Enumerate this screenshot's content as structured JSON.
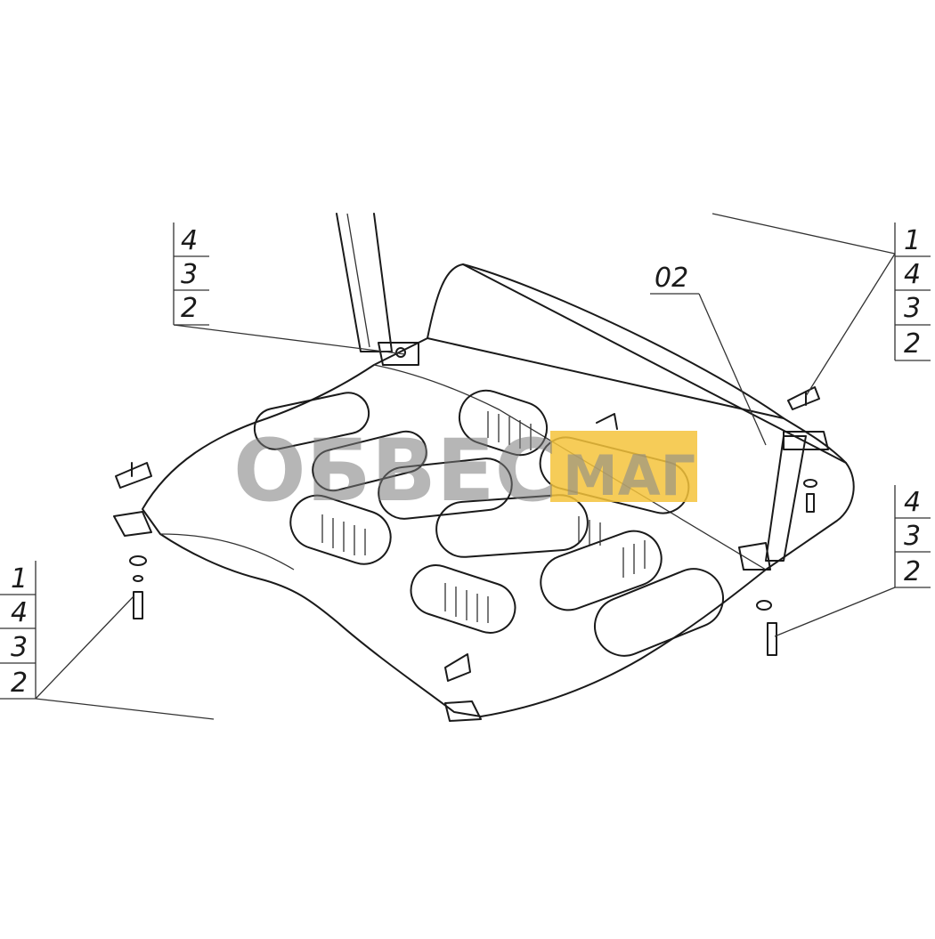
{
  "callouts": {
    "top_left": [
      "4",
      "3",
      "2"
    ],
    "top_right": [
      "1",
      "4",
      "3",
      "2"
    ],
    "bottom_left": [
      "1",
      "4",
      "3",
      "2"
    ],
    "right": [
      "4",
      "3",
      "2"
    ],
    "part_label": "02"
  },
  "watermark": {
    "text_main": "ОБВЕС",
    "text_accent": "МАГ",
    "accent_color": "#f5c33b",
    "text_color": "#808080"
  }
}
